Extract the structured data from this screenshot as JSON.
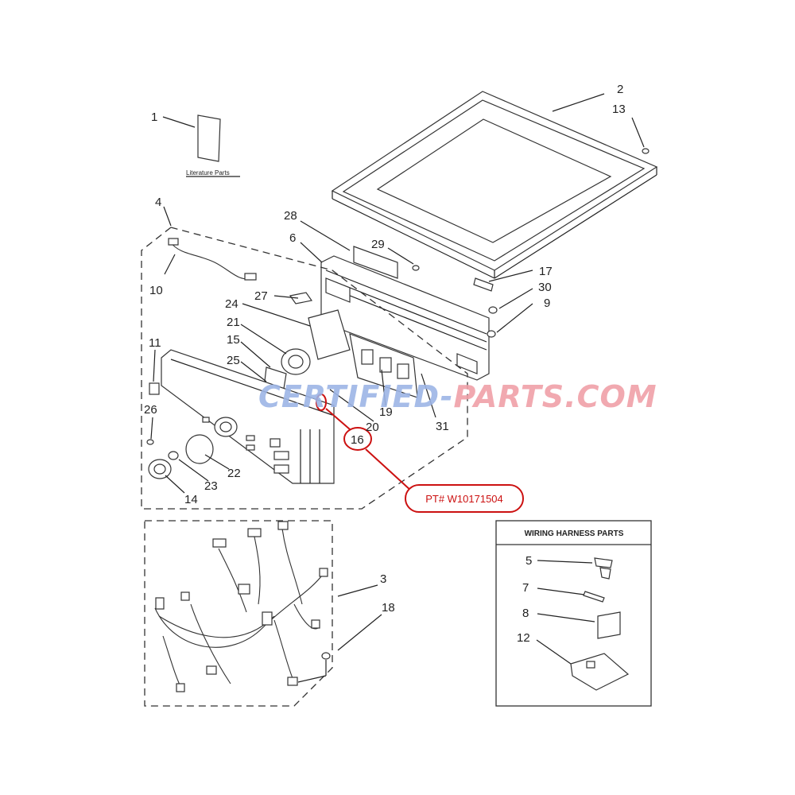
{
  "literature_label": "Literature Parts",
  "callouts": {
    "c1": "1",
    "c2": "2",
    "c3": "3",
    "c4": "4",
    "c5": "5",
    "c6": "6",
    "c7": "7",
    "c8": "8",
    "c9": "9",
    "c10": "10",
    "c11": "11",
    "c12": "12",
    "c13": "13",
    "c14": "14",
    "c15": "15",
    "c16": "16",
    "c17": "17",
    "c18": "18",
    "c19": "19",
    "c20": "20",
    "c21": "21",
    "c22": "22",
    "c23": "23",
    "c24": "24",
    "c25": "25",
    "c26": "26",
    "c27": "27",
    "c28": "28",
    "c29": "29",
    "c30": "30",
    "c31": "31"
  },
  "watermark": {
    "part1": "CERTIFIED-",
    "part2": "PARTS",
    "part3": ".COM",
    "color1": "#9db5e6",
    "color2": "#f0a0a8"
  },
  "part_number": "PT# W10171504",
  "highlight_color": "#cc1111",
  "wiring_box_title": "WIRING HARNESS PARTS"
}
